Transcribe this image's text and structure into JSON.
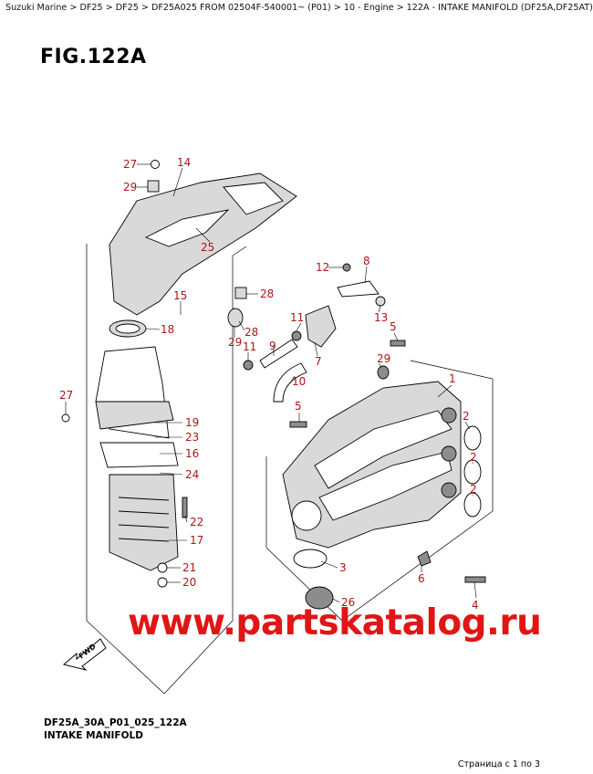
{
  "breadcrumb": "Suzuki Marine > DF25 > DF25 > DF25A025 FROM 02504F-540001~ (P01) > 10 - Engine > 122A - INTAKE MANIFOLD (DF25A,DF25AT)",
  "figure_title": "FIG.122A",
  "footer": {
    "code": "DF25A_30A_P01_025_122A",
    "name": "INTAKE MANIFOLD"
  },
  "page_indicator": "Страница с 1 по 3",
  "watermark": "www.partskatalog.ru",
  "fwd_label": "FWD",
  "callouts": [
    "27",
    "14",
    "29",
    "25",
    "28",
    "15",
    "18",
    "28",
    "29",
    "12",
    "8",
    "13",
    "11",
    "9",
    "7",
    "10",
    "5",
    "29",
    "1",
    "27",
    "19",
    "23",
    "16",
    "24",
    "2",
    "5",
    "2",
    "22",
    "17",
    "21",
    "20",
    "2",
    "3",
    "6",
    "26",
    "4",
    "11"
  ],
  "colors": {
    "callout": "#b01515",
    "watermark": "#e01616"
  }
}
